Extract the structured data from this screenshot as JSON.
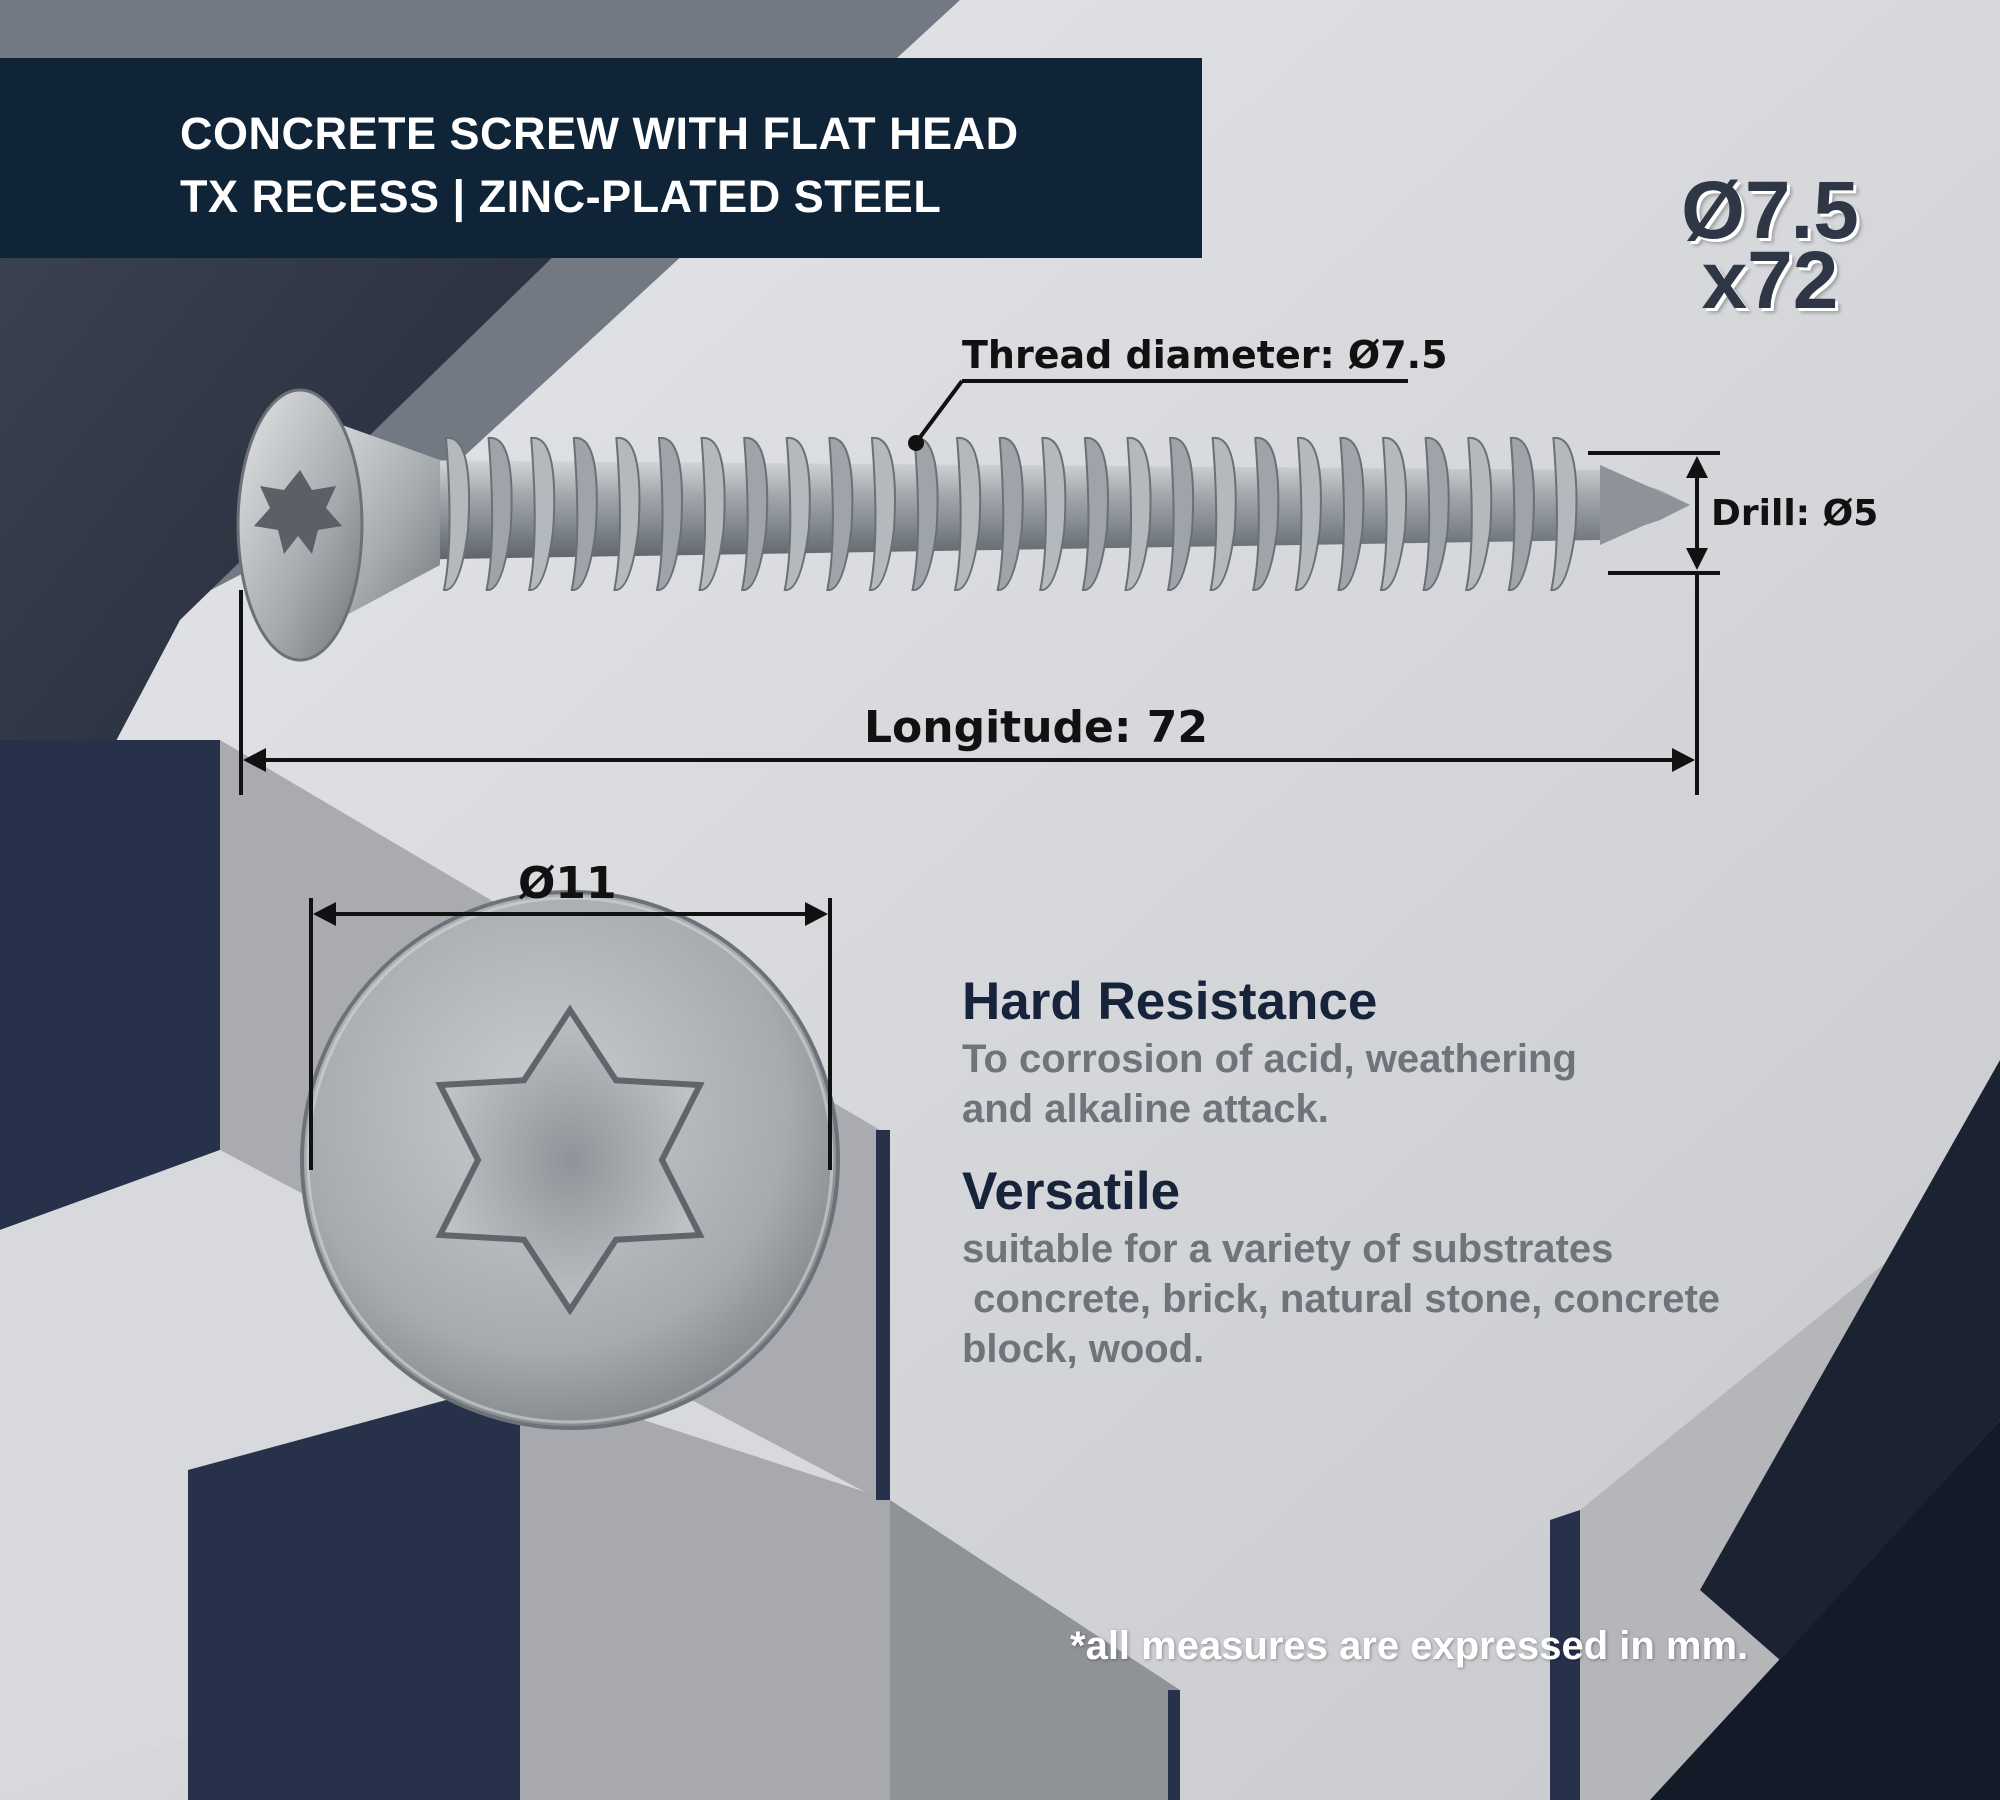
{
  "banner": {
    "line1": "CONCRETE SCREW WITH FLAT HEAD",
    "line2": "TX RECESS | ZINC-PLATED STEEL"
  },
  "size_badge": {
    "line1": "Ø7.5",
    "line2": "x72"
  },
  "dimensions": {
    "thread": "Thread diameter: Ø7.5",
    "drill": "Drill: Ø5",
    "length": "Longitude: 72",
    "head": "Ø11"
  },
  "features": [
    {
      "title": "Hard Resistance",
      "lines": [
        "To corrosion of acid, weathering",
        "and alkaline attack."
      ]
    },
    {
      "title": "Versatile",
      "lines": [
        "suitable for a variety of substrates",
        " concrete, brick, natural stone, concrete",
        "block, wood."
      ]
    }
  ],
  "footnote": "*all measures are expressed in mm.",
  "colors": {
    "banner": "#0f2436",
    "navy_block": "#27324a",
    "steel": "#9aa0a6",
    "title_text": "#16233a",
    "body_text": "#6f737a"
  }
}
